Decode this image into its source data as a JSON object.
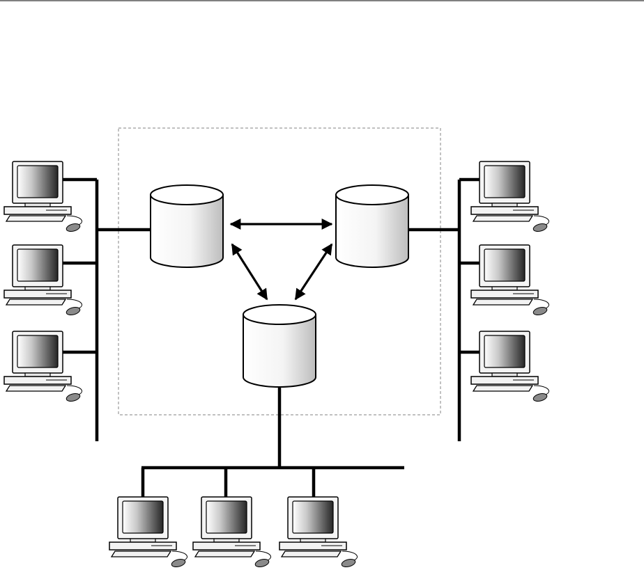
{
  "diagram": {
    "colors": {
      "line": "#000000",
      "boundary": "#9a9a9a",
      "cylinder_fill_light": "#ffffff",
      "cylinder_fill_dark": "#bdbdbd",
      "screen_light": "#ffffff",
      "screen_dark": "#2a2a2a",
      "case": "#f2f2f2"
    },
    "databases": [
      {
        "id": "db-left"
      },
      {
        "id": "db-right"
      },
      {
        "id": "db-bottom"
      }
    ],
    "replication_links": [
      {
        "from": "db-left",
        "to": "db-right",
        "bidirectional": true
      },
      {
        "from": "db-left",
        "to": "db-bottom",
        "bidirectional": true
      },
      {
        "from": "db-right",
        "to": "db-bottom",
        "bidirectional": true
      }
    ],
    "client_groups": [
      {
        "id": "left-clients",
        "connected_to": "db-left",
        "count": 3
      },
      {
        "id": "right-clients",
        "connected_to": "db-right",
        "count": 3
      },
      {
        "id": "bottom-clients",
        "connected_to": "db-bottom",
        "count": 3
      }
    ],
    "icons": [
      "database-cylinder-icon",
      "workstation-icon",
      "mouse-icon",
      "double-arrow-icon"
    ]
  }
}
